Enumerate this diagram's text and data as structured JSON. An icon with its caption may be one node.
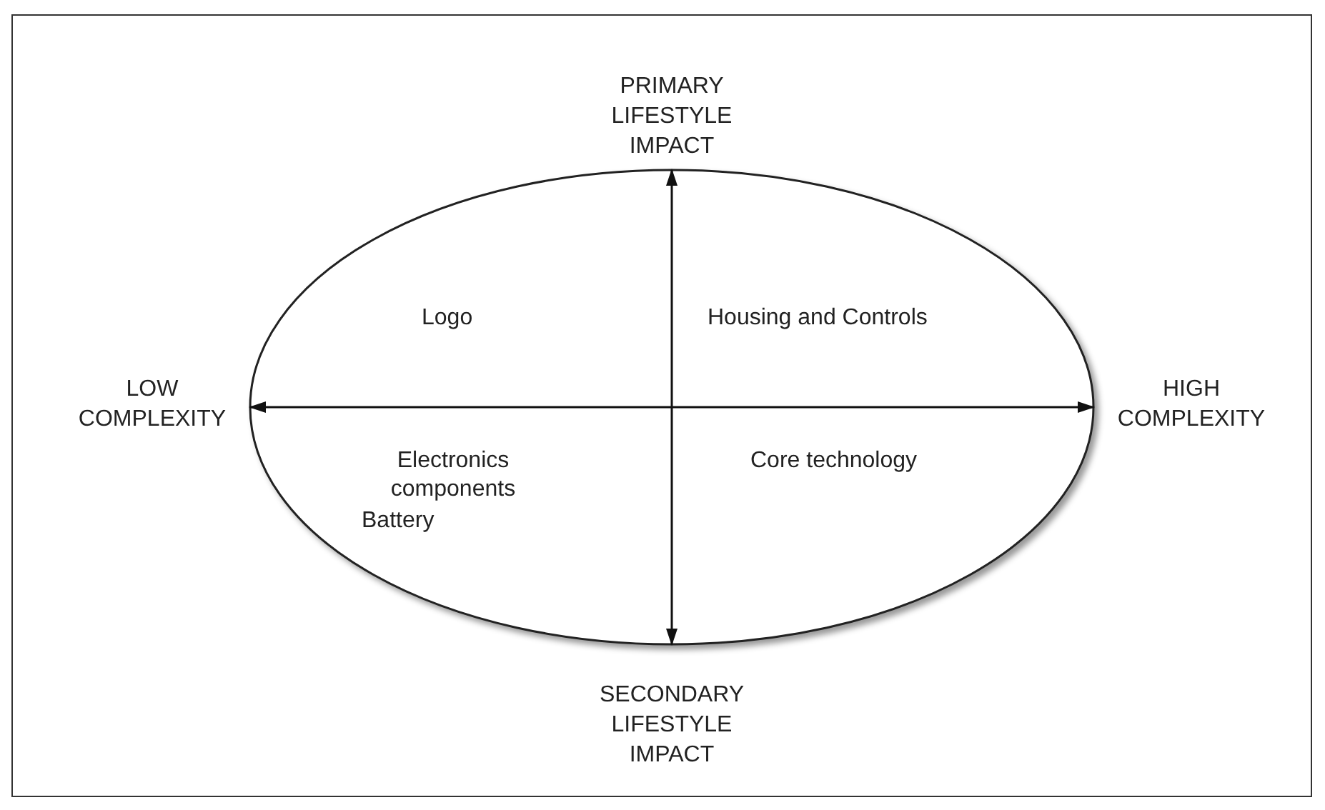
{
  "diagram": {
    "nodes": [
      {
        "text": [
          "Logo",
          "Housing and Controls",
          "Electronics components",
          "Battery",
          "Core technology"
        ]
      }
    ],
    "labels": [
      "PRIMARY LIFESTYLE IMPACT",
      "LOW COMPLEXITY",
      "HIGH COMPLEXITY",
      "SECONDARY LIFESTYLE IMPACT"
    ]
  }
}
